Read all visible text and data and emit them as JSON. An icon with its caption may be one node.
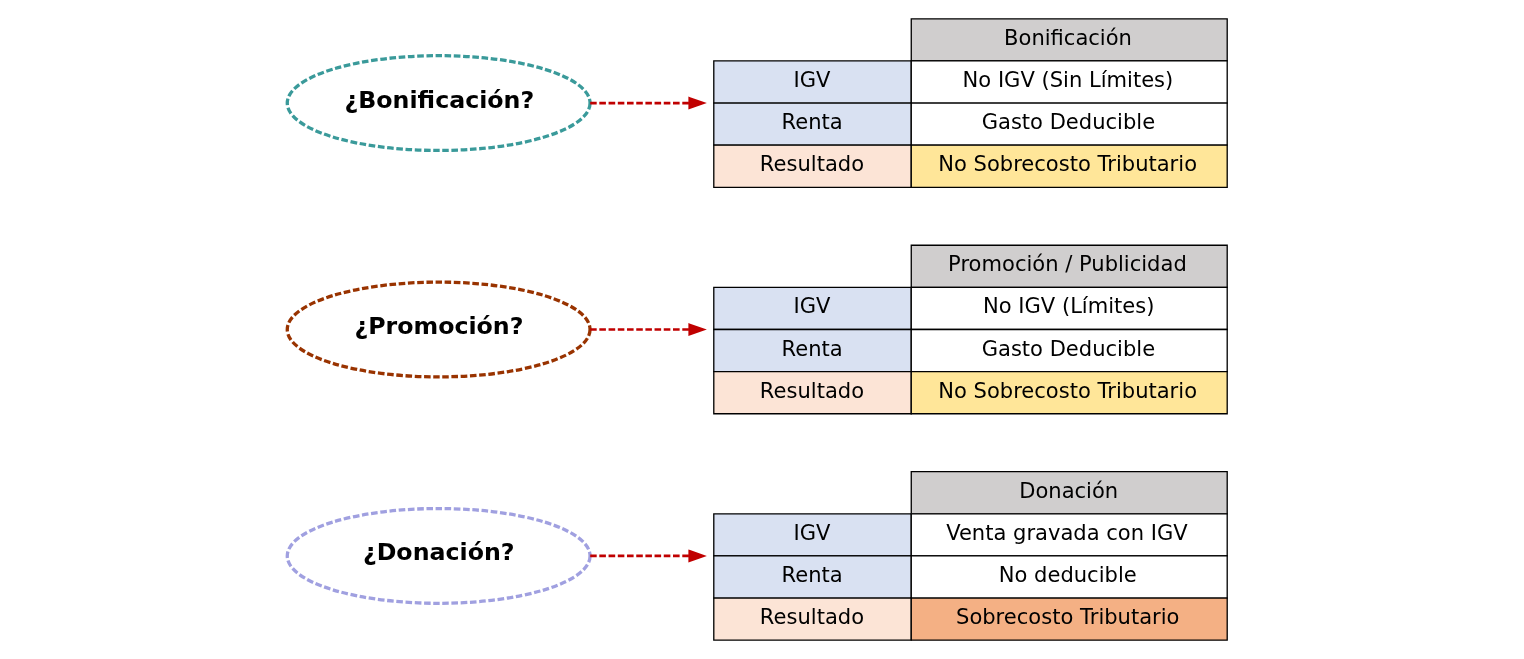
{
  "diagram": {
    "nodes": [
      {
        "text": [
          "¿Donación?"
        ]
      },
      {
        "text": [
          "Donación",
          "IGV",
          "Venta gravada con IGV",
          "Renta",
          "No deducible",
          "Resultado",
          "Sobrecosto Tributario"
        ]
      },
      {
        "text": [
          "¿Promoción?"
        ]
      },
      {
        "text": [
          "Promoción / Publicidad",
          "IGV",
          "No IGV (Límites)",
          "Renta",
          "Gasto Deducible",
          "Resultado",
          "No Sobrecosto Tributario"
        ]
      },
      {
        "text": [
          "¿Bonificación?"
        ]
      },
      {
        "text": [
          "Bonificación",
          "IGV",
          "No IGV (Sin Límites)",
          "Renta",
          "Gasto Deducible",
          "Resultado",
          "No Sobrecosto Tributario"
        ]
      }
    ],
    "edges": [
      {
        "from": 0,
        "to": 1,
        "arrow": "to",
        "style": "dashed"
      },
      {
        "from": 2,
        "to": 3,
        "arrow": "to",
        "style": "dashed"
      },
      {
        "from": 4,
        "to": 5,
        "arrow": "to",
        "style": "dashed"
      }
    ]
  }
}
